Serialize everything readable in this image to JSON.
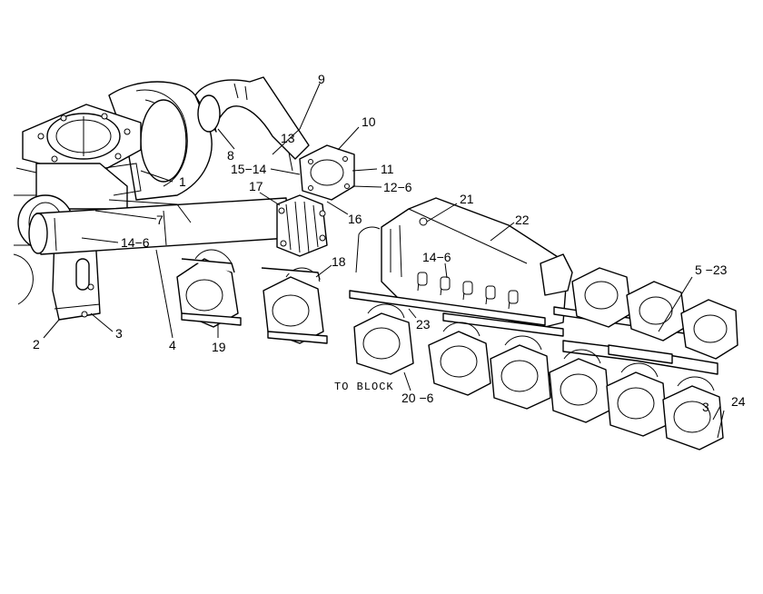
{
  "callouts": {
    "c1": "1",
    "c2": "2",
    "c3a": "3",
    "c3b": "3",
    "c4": "4",
    "c5_23": "5 −23",
    "c7": "7",
    "c8": "8",
    "c9": "9",
    "c10": "10",
    "c11": "11",
    "c12_6": "12−6",
    "c13": "13",
    "c14_6a": "14−6",
    "c14_6b": "14−6",
    "c15_14": "15−14",
    "c16": "16",
    "c17": "17",
    "c18": "18",
    "c19": "19",
    "c20_6": "20 −6",
    "c21": "21",
    "c22": "22",
    "c23": "23",
    "c24": "24"
  },
  "annotation": {
    "to_block": "TO BLOCK"
  }
}
